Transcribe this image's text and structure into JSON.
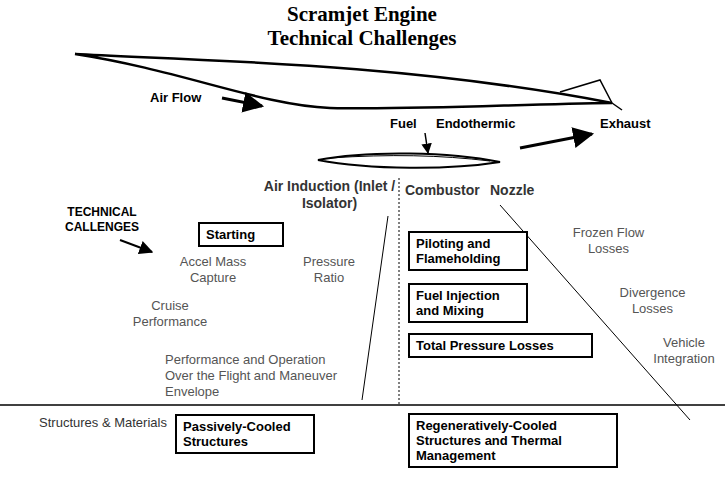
{
  "diagram": {
    "title": "Scramjet Engine Technical Challenges",
    "nodes": [
      {
        "text": [
          "Starting"
        ]
      },
      {
        "text": [
          "Piloting and Flameholding"
        ]
      },
      {
        "text": [
          "Fuel Injection and Mixing"
        ]
      },
      {
        "text": [
          "Total Pressure Losses"
        ]
      },
      {
        "text": [
          "Passively-Cooled Structures"
        ]
      },
      {
        "text": [
          "Regeneratively-Cooled Structures and Thermal Management"
        ]
      }
    ],
    "labels": [
      "Air Flow",
      "Fuel",
      "Endothermic",
      "Exhaust",
      "Air Induction (Inlet / Isolator)",
      "Combustor",
      "Nozzle",
      "TECHNICAL CALLENGES",
      "Accel Mass Capture",
      "Pressure Ratio",
      "Cruise Performance",
      "Performance and Operation Over the Flight and Maneuver Envelope",
      "Frozen Flow Losses",
      "Divergence Losses",
      "Vehicle Integration",
      "Structures & Materials"
    ]
  }
}
